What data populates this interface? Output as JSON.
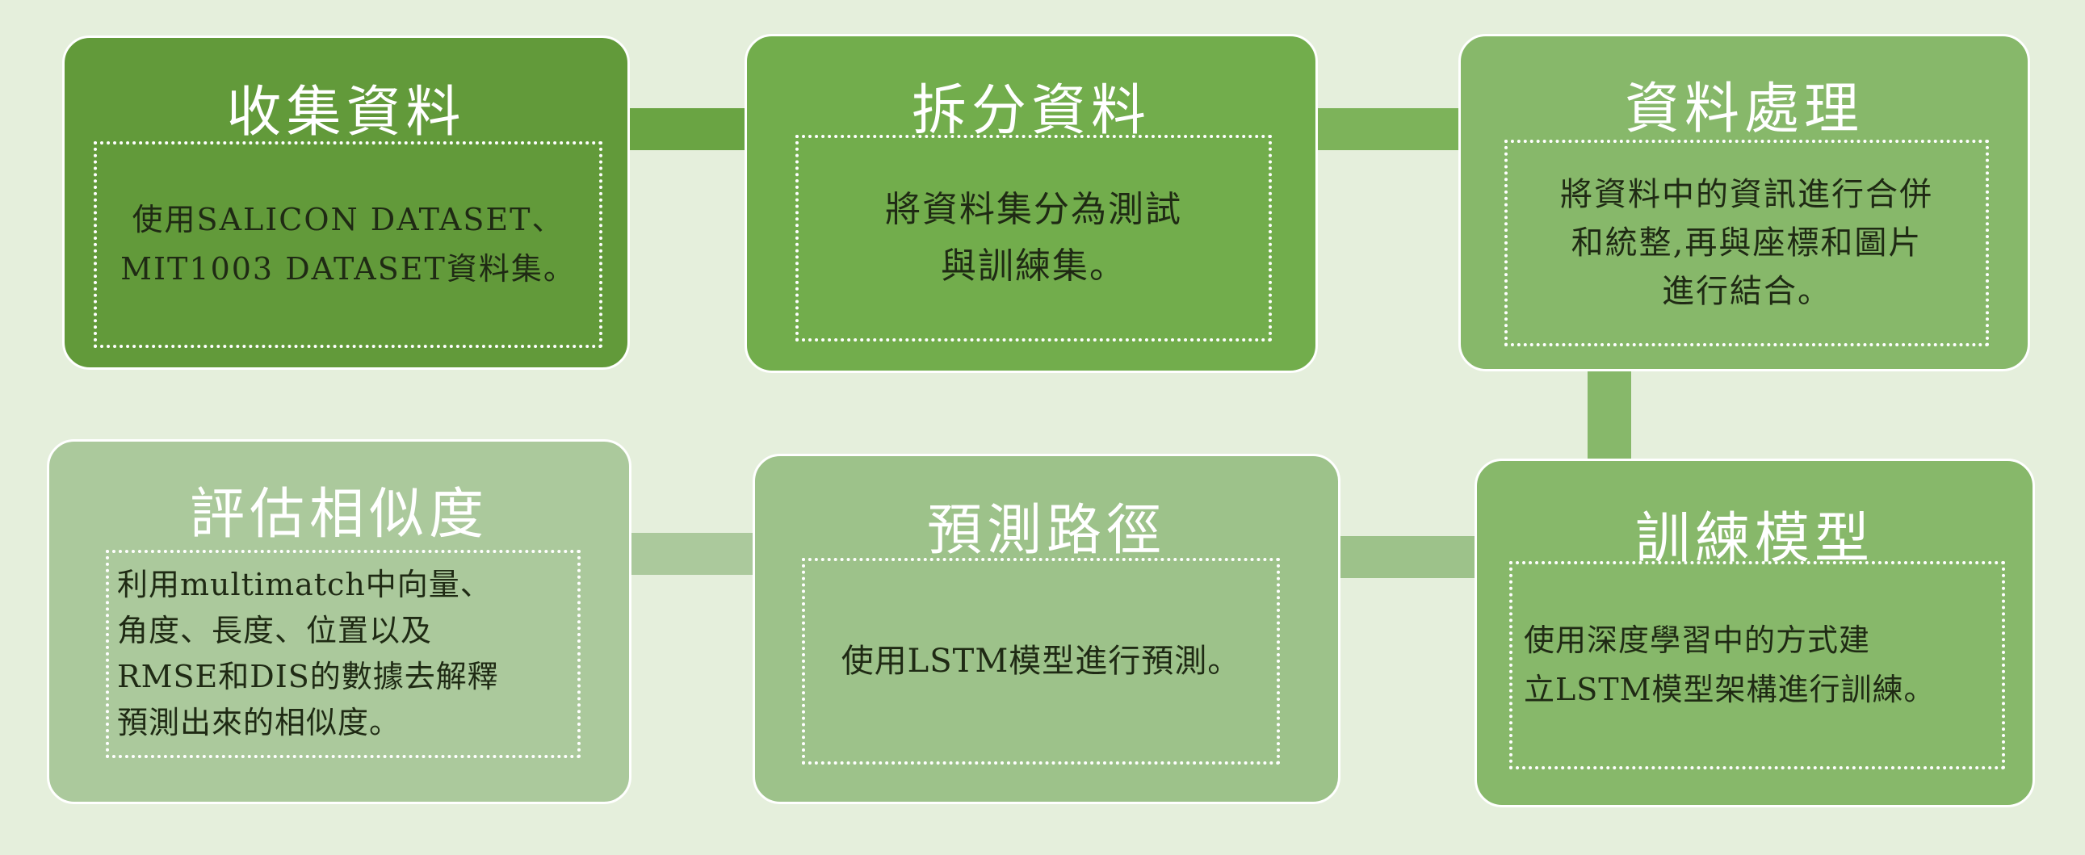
{
  "colors": {
    "background": "#e5efdc",
    "step_dark": "#629a3a",
    "step_mid": "#72ad4c",
    "step_light": "#87b86a",
    "step_lighter": "#9dc28a",
    "step_lightest": "#abc99c",
    "text": "#1f2a14"
  },
  "steps": [
    {
      "title": "收集資料",
      "lines": [
        "使用SALICON DATASET、",
        "MIT1003 DATASET資料集。"
      ]
    },
    {
      "title": "拆分資料",
      "lines": [
        "將資料集分為測試",
        "與訓練集。"
      ]
    },
    {
      "title": "資料處理",
      "lines": [
        "將資料中的資訊進行合併",
        "和統整,再與座標和圖片",
        "進行結合。"
      ]
    },
    {
      "title": "訓練模型",
      "lines": [
        "使用深度學習中的方式建",
        "立LSTM模型架構進行訓練。"
      ]
    },
    {
      "title": "預測路徑",
      "lines": [
        "使用LSTM模型進行預測。"
      ]
    },
    {
      "title": "評估相似度",
      "lines": [
        "利用multimatch中向量、",
        "角度、長度、位置以及",
        "RMSE和DIS的數據去解釋",
        "預測出來的相似度。"
      ]
    }
  ]
}
